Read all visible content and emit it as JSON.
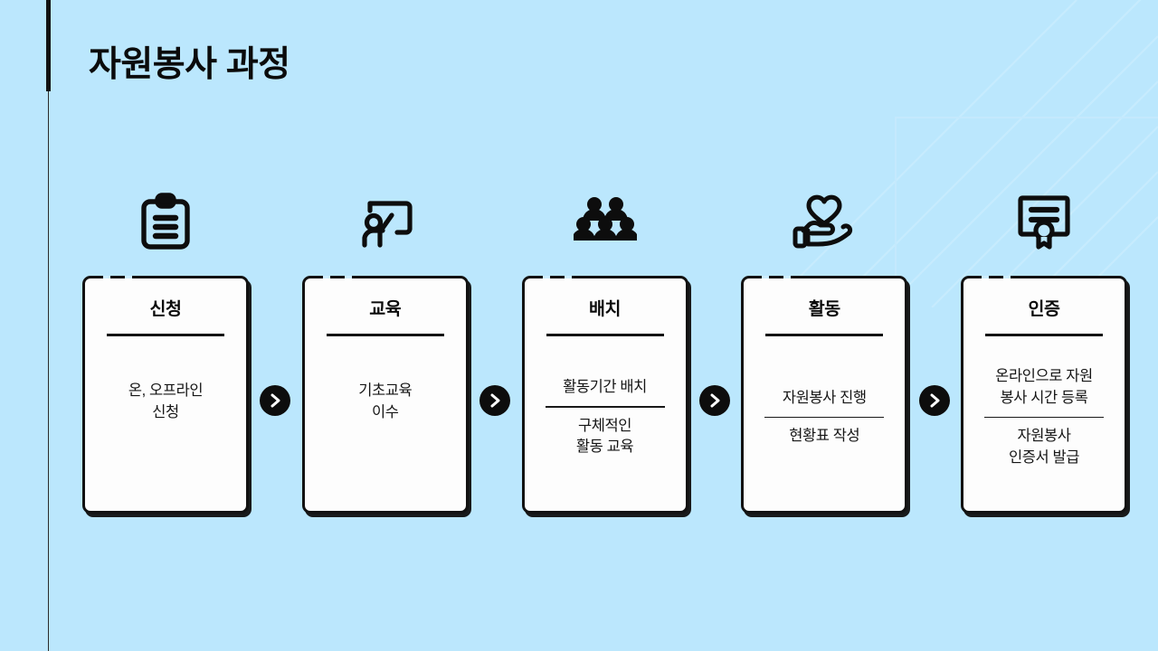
{
  "header": {
    "title": "자원봉사 과정"
  },
  "theme": {
    "background": "#bbe7fd",
    "ink": "#121212",
    "card_fill": "#fdfdfd"
  },
  "flow": {
    "connector_icon": "chevron-right-icon",
    "steps": [
      {
        "icon": "clipboard-icon",
        "title": "신청",
        "items": [
          "온, 오프라인\n신청"
        ]
      },
      {
        "icon": "presentation-teacher-icon",
        "title": "교육",
        "items": [
          "기초교육\n이수"
        ]
      },
      {
        "icon": "people-group-icon",
        "title": "배치",
        "items": [
          "활동기간 배치",
          "구체적인\n활동 교육"
        ]
      },
      {
        "icon": "heart-in-hand-icon",
        "title": "활동",
        "items": [
          "자원봉사 진행",
          "현황표 작성"
        ]
      },
      {
        "icon": "certificate-icon",
        "title": "인증",
        "items": [
          "온라인으로 자원\n봉사 시간 등록",
          "자원봉사\n인증서 발급"
        ]
      }
    ]
  }
}
